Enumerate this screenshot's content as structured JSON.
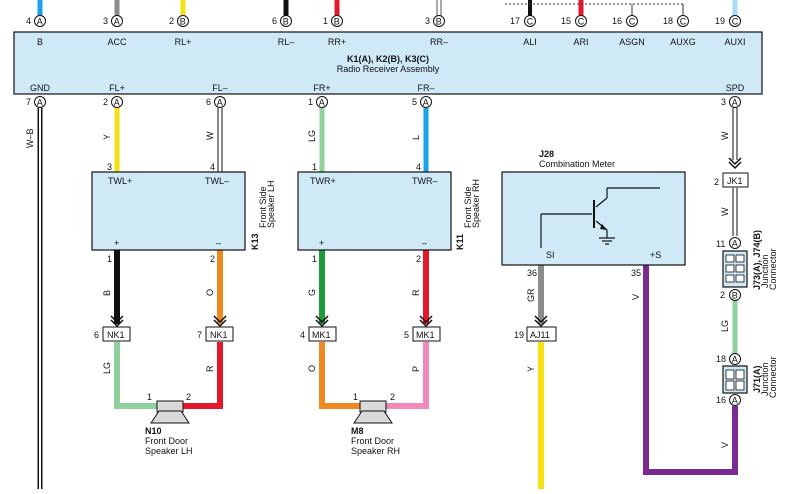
{
  "radio": {
    "name": "K1(A), K2(B), K3(C)",
    "desc": "Radio Receiver Assembly",
    "top_terms": [
      {
        "label": "B",
        "pin": "4",
        "conn": "A"
      },
      {
        "label": "ACC",
        "pin": "3",
        "conn": "A"
      },
      {
        "label": "RL+",
        "pin": "2",
        "conn": "B"
      },
      {
        "label": "RL–",
        "pin": "6",
        "conn": "B"
      },
      {
        "label": "RR+",
        "pin": "1",
        "conn": "B"
      },
      {
        "label": "RR–",
        "pin": "3",
        "conn": "B"
      },
      {
        "label": "ALI",
        "pin": "17",
        "conn": "C"
      },
      {
        "label": "ARI",
        "pin": "15",
        "conn": "C"
      },
      {
        "label": "ASGN",
        "pin": "16",
        "conn": "C"
      },
      {
        "label": "AUXG",
        "pin": "18",
        "conn": "C"
      },
      {
        "label": "AUXI",
        "pin": "19",
        "conn": "C"
      }
    ],
    "bottom_terms": [
      {
        "label": "GND",
        "pin": "7",
        "conn": "A"
      },
      {
        "label": "FL+",
        "pin": "2",
        "conn": "A"
      },
      {
        "label": "FL–",
        "pin": "6",
        "conn": "A"
      },
      {
        "label": "FR+",
        "pin": "1",
        "conn": "A"
      },
      {
        "label": "FR–",
        "pin": "5",
        "conn": "A"
      },
      {
        "label": "SPD",
        "pin": "3",
        "conn": "A"
      }
    ]
  },
  "wire_codes": {
    "gnd": "W–B",
    "fl_plus": "Y",
    "fl_minus": "W",
    "fr_plus": "LG",
    "fr_minus": "L",
    "spd": "W",
    "k13_plus": "B",
    "k13_minus": "O",
    "k11_plus": "G",
    "k11_minus": "R",
    "n10_1": "LG",
    "n10_2": "R",
    "m8_1": "O",
    "m8_2": "P",
    "si": "GR",
    "si_down": "Y",
    "s_plus": "V",
    "jk1_down": "W",
    "j73_down": "LG",
    "j71_down": "V"
  },
  "k13": {
    "code": "K13",
    "name1": "Front Side",
    "name2": "Speaker LH",
    "term_plus": "TWL+",
    "term_minus": "TWL–",
    "pin_plus": "3",
    "pin_minus": "4",
    "sign_plus": "+",
    "sign_minus": "–",
    "pin_out_plus": "1",
    "pin_out_minus": "2"
  },
  "k11": {
    "code": "K11",
    "name1": "Front Side",
    "name2": "Speaker RH",
    "term_plus": "TWR+",
    "term_minus": "TWR–",
    "pin_plus": "1",
    "pin_minus": "4",
    "sign_plus": "+",
    "sign_minus": "–",
    "pin_out_plus": "1",
    "pin_out_minus": "2"
  },
  "meter": {
    "code": "J28",
    "name": "Combination Meter",
    "si": "SI",
    "s_plus": "+S",
    "pin_si": "36",
    "pin_s_plus": "35"
  },
  "connectors": {
    "nk1_a": {
      "pin": "6",
      "name": "NK1"
    },
    "nk1_b": {
      "pin": "7",
      "name": "NK1"
    },
    "mk1_a": {
      "pin": "4",
      "name": "MK1"
    },
    "mk1_b": {
      "pin": "5",
      "name": "MK1"
    },
    "aj11": {
      "pin": "19",
      "name": "AJ11"
    },
    "jk1": {
      "pin": "2",
      "name": "JK1"
    }
  },
  "j73": {
    "code": "J73(A), J74(B)",
    "name1": "Junction",
    "name2": "Connector",
    "pin_top": "11",
    "conn_top": "A",
    "pin_bot": "2",
    "conn_bot": "B"
  },
  "j71": {
    "code": "J71(A)",
    "name1": "Junction",
    "name2": "Connector",
    "pin_top": "18",
    "conn_top": "A",
    "pin_bot": "16",
    "conn_bot": "A"
  },
  "n10": {
    "code": "N10",
    "name1": "Front Door",
    "name2": "Speaker LH",
    "pin1": "1",
    "pin2": "2"
  },
  "m8": {
    "code": "M8",
    "name1": "Front Door",
    "name2": "Speaker RH",
    "pin1": "1",
    "pin2": "2"
  },
  "colors": {
    "box": "#cfe9f6",
    "blue": "#1aa3e8",
    "gray": "#8c8c8c",
    "yellow": "#f5e011",
    "black": "#111111",
    "red": "#e3192b",
    "lightblue": "#a6dcf5",
    "green": "#8fd19e",
    "orange": "#f08a1f",
    "pink": "#f08ab8",
    "purple": "#7a2a90",
    "darkgreen": "#1e9b3a"
  }
}
